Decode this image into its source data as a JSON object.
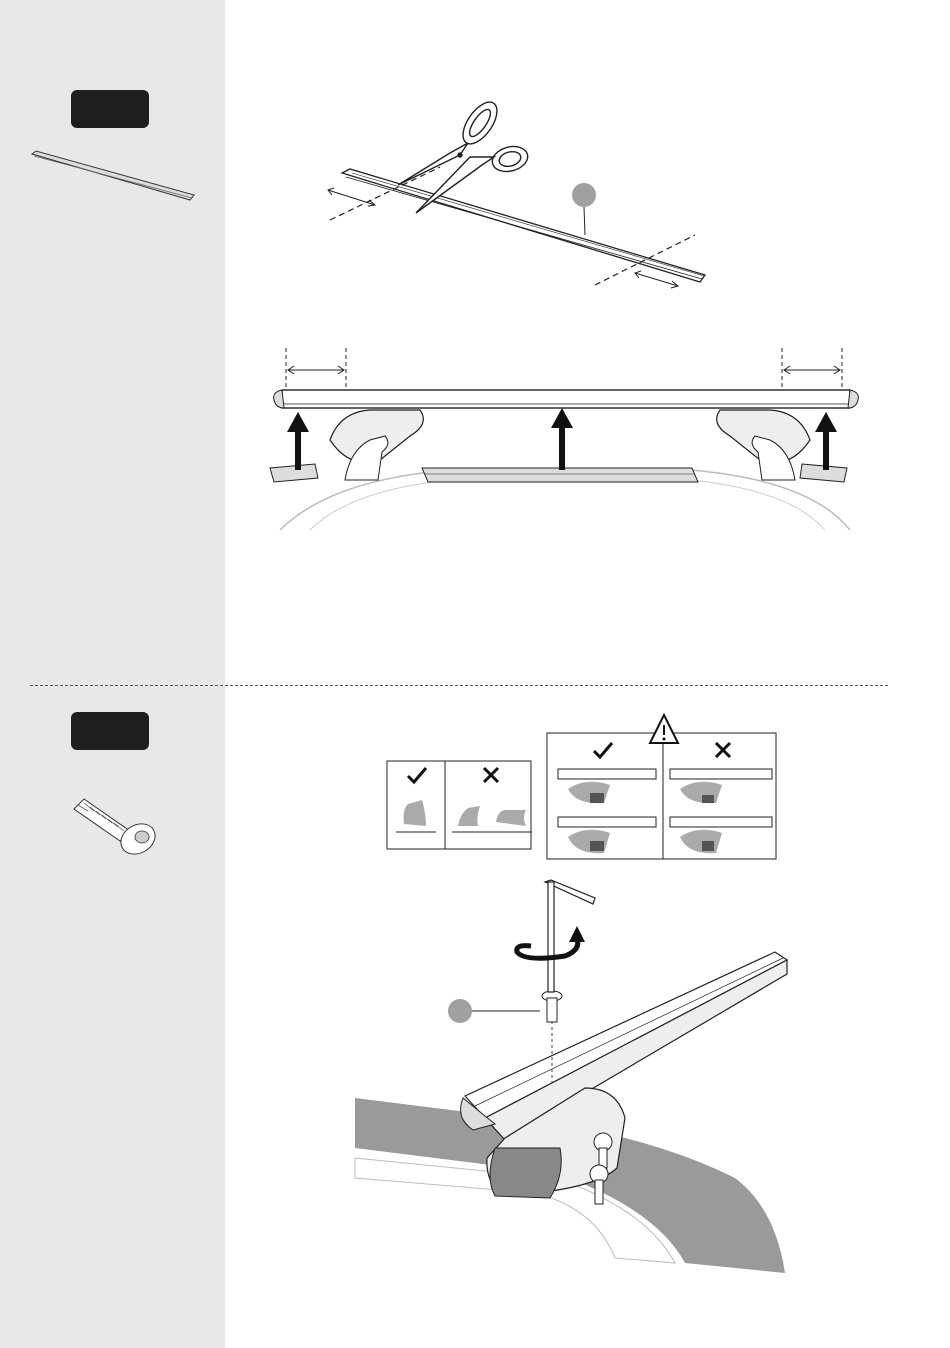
{
  "document": {
    "type": "installation-instructions",
    "steps": [
      {
        "badge_label": "",
        "part_icon": "rubber-strip-icon",
        "illustrations": [
          "cut-strip-with-scissors",
          "insert-strip-into-bar"
        ]
      },
      {
        "badge_label": "",
        "part_icon": "bolt-icon",
        "illustrations": [
          "correct-vs-incorrect-position",
          "tighten-bolt-with-hex-key"
        ]
      }
    ],
    "warning_icon": "warning-triangle-icon",
    "correct_icon": "check-icon",
    "incorrect_icon": "cross-icon",
    "colors": {
      "sidebar": "#e8e8e8",
      "badge": "#1f1f1f",
      "callout": "#a0a0a0",
      "line": "#222222"
    }
  }
}
